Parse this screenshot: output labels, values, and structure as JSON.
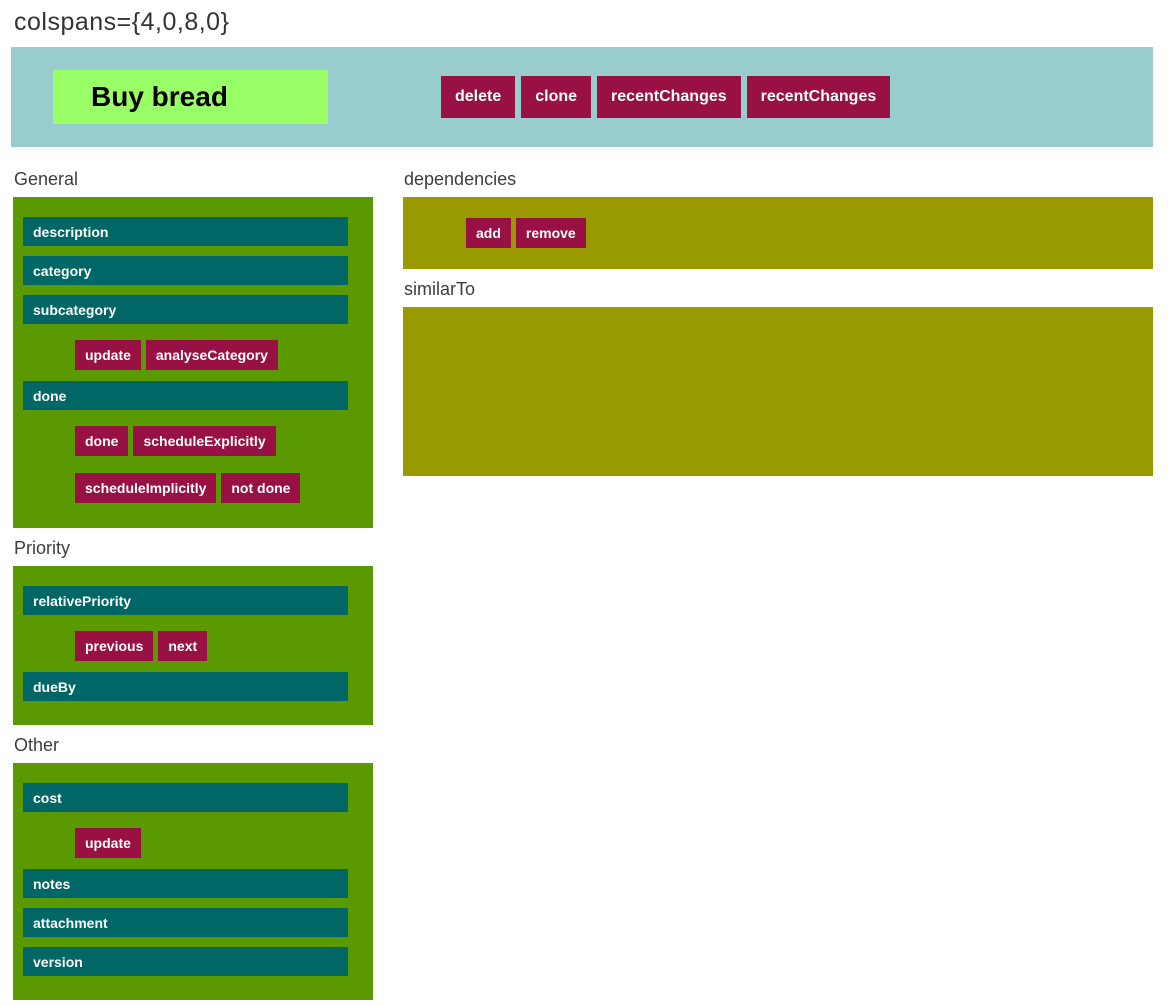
{
  "page": {
    "title": "colspans={4,0,8,0}"
  },
  "header": {
    "item_label": "Buy bread",
    "buttons": [
      {
        "label": "delete"
      },
      {
        "label": "clone"
      },
      {
        "label": "recentChanges"
      },
      {
        "label": "recentChanges"
      }
    ]
  },
  "left_sections": [
    {
      "title": "General",
      "rows": [
        {
          "type": "field",
          "label": "description"
        },
        {
          "type": "field",
          "label": "category"
        },
        {
          "type": "field",
          "label": "subcategory"
        },
        {
          "type": "buttons",
          "buttons": [
            "update",
            "analyseCategory"
          ]
        },
        {
          "type": "field",
          "label": "done"
        },
        {
          "type": "buttons",
          "buttons": [
            "done",
            "scheduleExplicitly"
          ]
        },
        {
          "type": "buttons",
          "buttons": [
            "scheduleImplicitly",
            "not done"
          ]
        }
      ]
    },
    {
      "title": "Priority",
      "rows": [
        {
          "type": "field",
          "label": "relativePriority"
        },
        {
          "type": "buttons",
          "buttons": [
            "previous",
            "next"
          ]
        },
        {
          "type": "field",
          "label": "dueBy"
        }
      ]
    },
    {
      "title": "Other",
      "rows": [
        {
          "type": "field",
          "label": "cost"
        },
        {
          "type": "buttons",
          "buttons": [
            "update"
          ]
        },
        {
          "type": "field",
          "label": "notes"
        },
        {
          "type": "field",
          "label": "attachment"
        },
        {
          "type": "field",
          "label": "version"
        }
      ]
    }
  ],
  "right_sections": [
    {
      "title": "dependencies",
      "panel_style": "toolbar",
      "buttons": [
        "add",
        "remove"
      ]
    },
    {
      "title": "similarTo",
      "panel_style": "empty",
      "buttons": []
    }
  ],
  "colors": {
    "header_band": "#99cccc",
    "item_highlight": "#99ff66",
    "button": "#991144",
    "panel_green": "#5a9900",
    "panel_olive": "#999900",
    "field_bar": "#006666",
    "heading_text": "#3d3d3d"
  }
}
